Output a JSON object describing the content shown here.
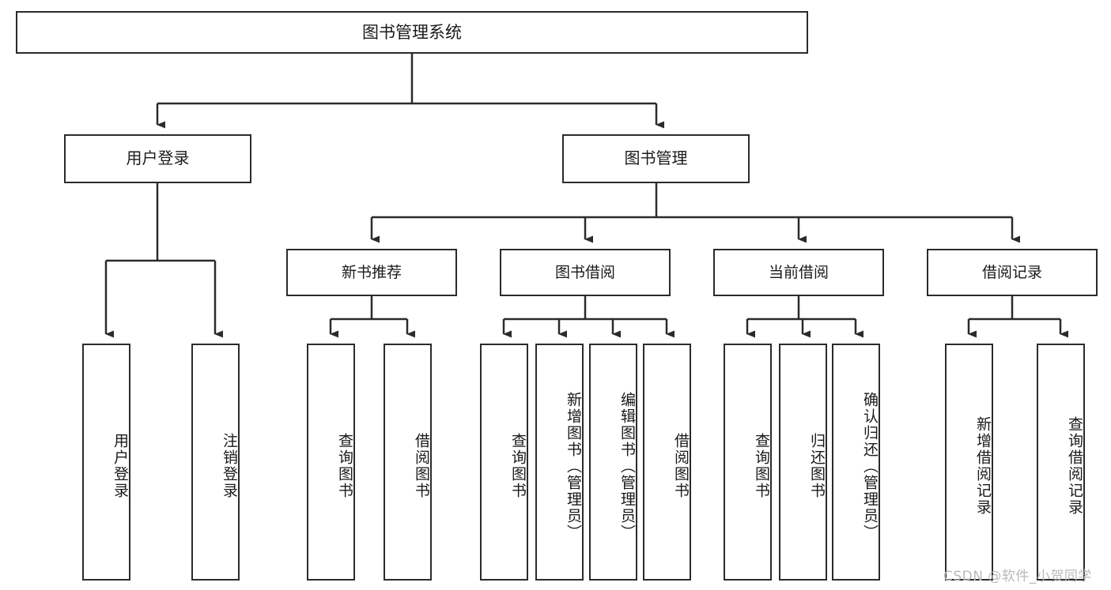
{
  "diagram": {
    "title_node": {
      "label": "图书管理系统"
    },
    "level2": [
      {
        "id": "user-login",
        "label": "用户登录"
      },
      {
        "id": "book-management",
        "label": "图书管理"
      }
    ],
    "level3": [
      {
        "id": "new-book-recommend",
        "label": "新书推荐"
      },
      {
        "id": "book-borrow",
        "label": "图书借阅"
      },
      {
        "id": "current-borrow",
        "label": "当前借阅"
      },
      {
        "id": "borrow-record",
        "label": "借阅记录"
      }
    ],
    "leaves": {
      "user_login": [
        {
          "id": "leaf-user-login",
          "label": "用户登录"
        },
        {
          "id": "leaf-logout",
          "label": "注销登录"
        }
      ],
      "new_book_recommend": [
        {
          "id": "leaf-query-book-1",
          "label": "查询图书"
        },
        {
          "id": "leaf-borrow-book-1",
          "label": "借阅图书"
        }
      ],
      "book_borrow": [
        {
          "id": "leaf-query-book-2",
          "label": "查询图书"
        },
        {
          "id": "leaf-add-book",
          "label": "新增图书（管理员）"
        },
        {
          "id": "leaf-edit-book",
          "label": "编辑图书（管理员）"
        },
        {
          "id": "leaf-borrow-book-2",
          "label": "借阅图书"
        }
      ],
      "current_borrow": [
        {
          "id": "leaf-query-book-3",
          "label": "查询图书"
        },
        {
          "id": "leaf-return-book",
          "label": "归还图书"
        },
        {
          "id": "leaf-confirm-return",
          "label": "确认归还（管理员）"
        }
      ],
      "borrow_record": [
        {
          "id": "leaf-add-record",
          "label": "新增借阅记录"
        },
        {
          "id": "leaf-query-record",
          "label": "查询借阅记录"
        }
      ]
    },
    "watermark": {
      "text": "CSDN @软件_小贺同学"
    },
    "colors": {
      "stroke": "#2b2b2b",
      "background": "#ffffff",
      "text": "#1a1a1a",
      "watermark": "#b9b9b9"
    }
  }
}
